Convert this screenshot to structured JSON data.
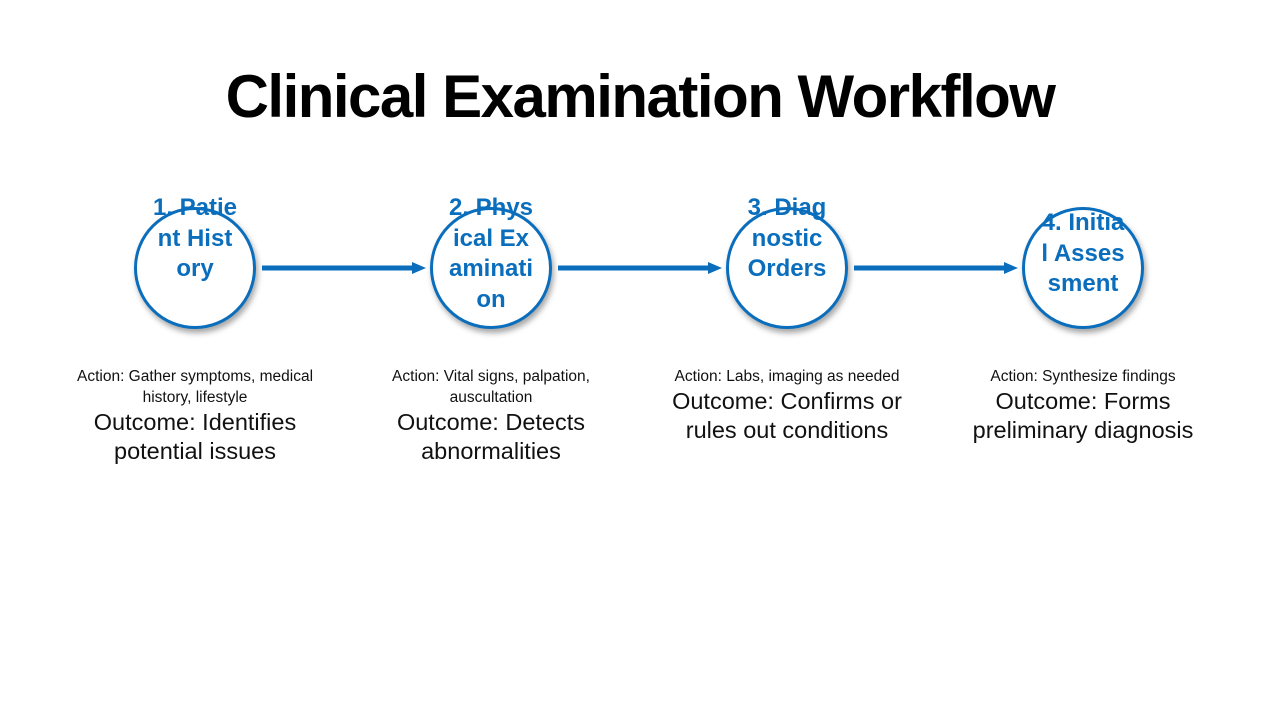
{
  "title": "Clinical Examination Workflow",
  "colors": {
    "accent": "#0a6ebd",
    "text": "#111111",
    "background": "#ffffff"
  },
  "steps": [
    {
      "label": "1. Patient History",
      "action": "Action: Gather symptoms, medical history, lifestyle",
      "outcome": "Outcome: Identifies potential issues"
    },
    {
      "label": "2. Physical Examination",
      "action": "Action: Vital signs, palpation, auscultation",
      "outcome": "Outcome: Detects abnormalities"
    },
    {
      "label": "3. Diagnostic Orders",
      "action": "Action: Labs, imaging as needed",
      "outcome": "Outcome: Confirms or rules out conditions"
    },
    {
      "label": "4. Initial Assessment",
      "action": "Action: Synthesize findings",
      "outcome": "Outcome: Forms preliminary diagnosis"
    }
  ]
}
